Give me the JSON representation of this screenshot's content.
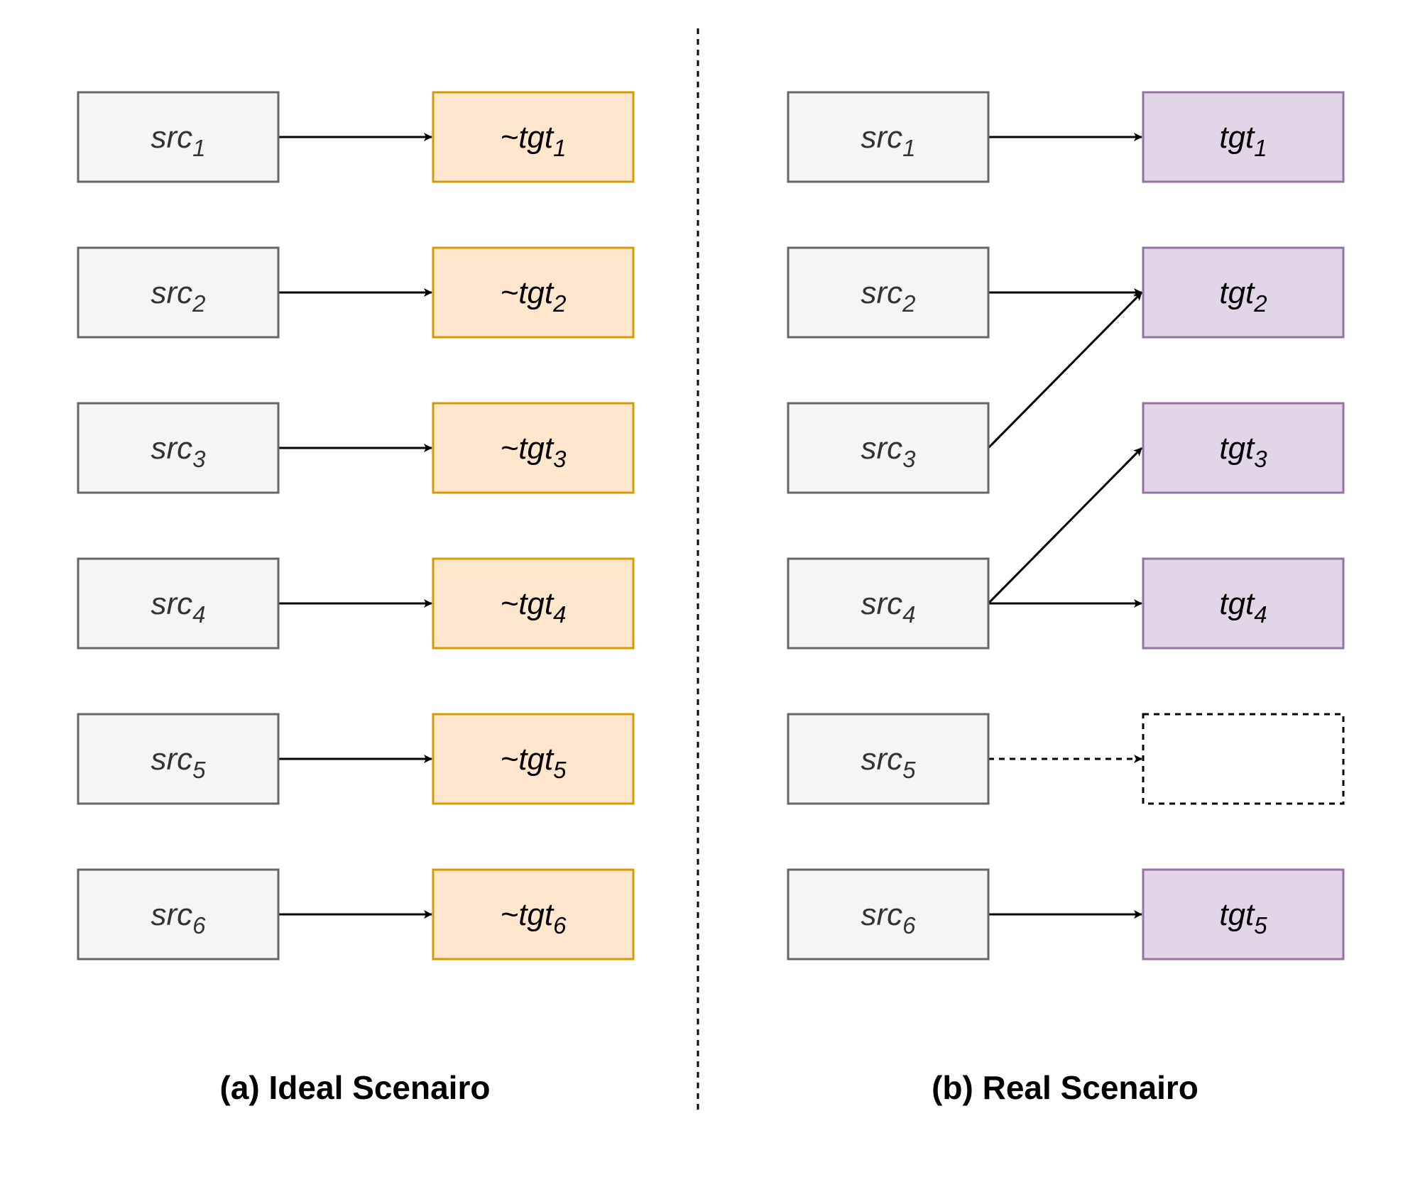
{
  "panels": {
    "ideal": {
      "caption": "(a) Ideal Scenairo",
      "sources": [
        {
          "base": "src",
          "sub": "1"
        },
        {
          "base": "src",
          "sub": "2"
        },
        {
          "base": "src",
          "sub": "3"
        },
        {
          "base": "src",
          "sub": "4"
        },
        {
          "base": "src",
          "sub": "5"
        },
        {
          "base": "src",
          "sub": "6"
        }
      ],
      "targets": [
        {
          "base": "~tgt",
          "sub": "1"
        },
        {
          "base": "~tgt",
          "sub": "2"
        },
        {
          "base": "~tgt",
          "sub": "3"
        },
        {
          "base": "~tgt",
          "sub": "4"
        },
        {
          "base": "~tgt",
          "sub": "5"
        },
        {
          "base": "~tgt",
          "sub": "6"
        }
      ],
      "links": [
        {
          "from": 1,
          "to": 1,
          "style": "solid"
        },
        {
          "from": 2,
          "to": 2,
          "style": "solid"
        },
        {
          "from": 3,
          "to": 3,
          "style": "solid"
        },
        {
          "from": 4,
          "to": 4,
          "style": "solid"
        },
        {
          "from": 5,
          "to": 5,
          "style": "solid"
        },
        {
          "from": 6,
          "to": 6,
          "style": "solid"
        }
      ]
    },
    "real": {
      "caption": "(b) Real Scenairo",
      "sources": [
        {
          "base": "src",
          "sub": "1"
        },
        {
          "base": "src",
          "sub": "2"
        },
        {
          "base": "src",
          "sub": "3"
        },
        {
          "base": "src",
          "sub": "4"
        },
        {
          "base": "src",
          "sub": "5"
        },
        {
          "base": "src",
          "sub": "6"
        }
      ],
      "targets": [
        {
          "base": "tgt",
          "sub": "1"
        },
        {
          "base": "tgt",
          "sub": "2"
        },
        {
          "base": "tgt",
          "sub": "3"
        },
        {
          "base": "tgt",
          "sub": "4"
        },
        {
          "base": "",
          "sub": "",
          "empty": true
        },
        {
          "base": "tgt",
          "sub": "5"
        }
      ],
      "links": [
        {
          "from": 1,
          "to": 1,
          "style": "solid"
        },
        {
          "from": 2,
          "to": 2,
          "style": "solid"
        },
        {
          "from": 3,
          "to": 2,
          "style": "solid"
        },
        {
          "from": 4,
          "to": 3,
          "style": "solid"
        },
        {
          "from": 4,
          "to": 4,
          "style": "solid"
        },
        {
          "from": 5,
          "to": 5,
          "style": "dashed"
        },
        {
          "from": 6,
          "to": 6,
          "style": "solid"
        }
      ]
    }
  },
  "colors": {
    "source_fill": "#f5f5f5",
    "source_stroke": "#666666",
    "source_text": "#333333",
    "ideal_target_fill": "#ffe6cc",
    "ideal_target_stroke": "#d79b00",
    "real_target_fill": "#e1d5e7",
    "real_target_stroke": "#9673a6",
    "target_text": "#000000",
    "edge": "#000000"
  }
}
